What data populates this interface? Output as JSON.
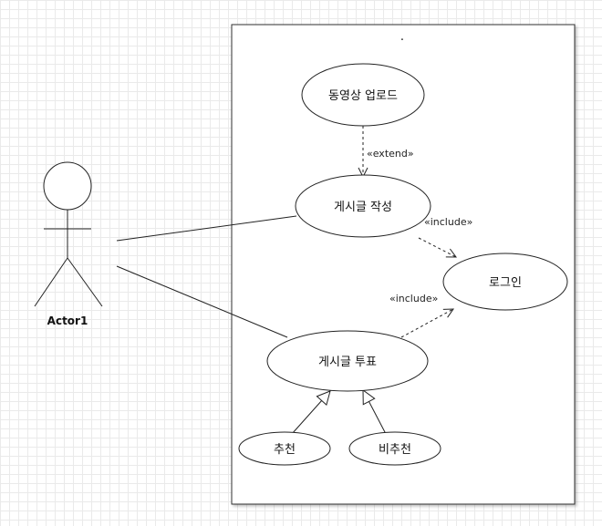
{
  "actor": {
    "name": "Actor1"
  },
  "system_dot": ".",
  "use_cases": {
    "upload": "동영상 업로드",
    "write": "게시글 작성",
    "login": "로그인",
    "vote": "게시글 투표",
    "recommend": "추천",
    "not_recommend": "비추천"
  },
  "relations": {
    "extend": "«extend»",
    "include_write": "«include»",
    "include_vote": "«include»"
  }
}
